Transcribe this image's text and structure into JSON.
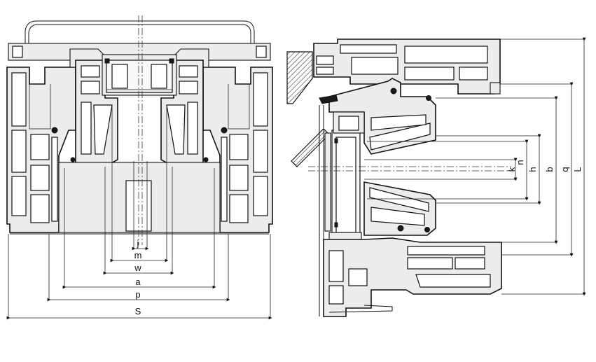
{
  "left_section": {
    "dimension_labels": {
      "j": "j",
      "m": "m",
      "w": "w",
      "a": "a",
      "p": "p",
      "S": "S"
    }
  },
  "right_section": {
    "dimension_labels": {
      "k": "k",
      "n": "n",
      "h": "h",
      "b": "b",
      "q": "q",
      "L": "L"
    }
  }
}
